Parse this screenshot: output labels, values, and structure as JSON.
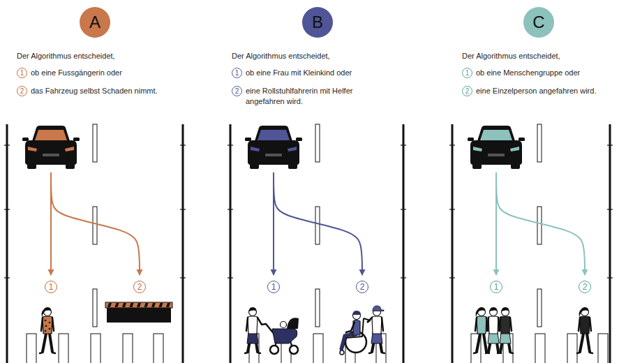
{
  "diagram": {
    "nodes": [
      {
        "text": [
          "A"
        ]
      },
      {
        "text": [
          "B"
        ]
      },
      {
        "text": [
          "C"
        ]
      }
    ],
    "labels": [
      "Der Algorithmus entscheidet,",
      "1",
      "ob eine Fussgängerin oder",
      "2",
      "das Fahrzeug selbst Schaden nimmt.",
      "Der Algorithmus entscheidet,",
      "1",
      "ob eine Frau mit Kleinkind oder",
      "2",
      "eine Rollstuhlfahrerin mit Helfer angefahren wird.",
      "Der Algorithmus entscheidet,",
      "1",
      "ob eine Menschengruppe oder",
      "2",
      "eine Einzelperson angefahren wird.",
      "1",
      "2",
      "1",
      "2",
      "1",
      "2"
    ]
  }
}
